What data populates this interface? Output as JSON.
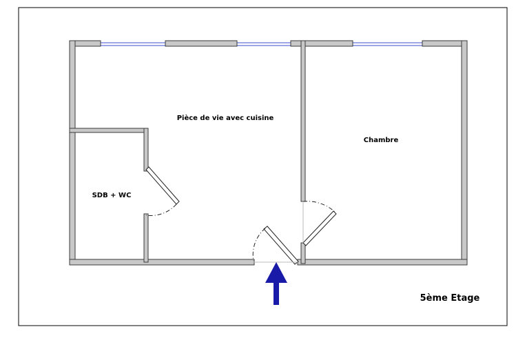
{
  "rooms": {
    "living": "Pièce de vie avec cuisine",
    "bedroom": "Chambre",
    "bathroom": "SDB + WC"
  },
  "floor_label": "5ème Etage",
  "entrance_arrow": {
    "icon": "up-arrow-icon",
    "color": "#1a1aa8"
  },
  "colors": {
    "wall_fill": "#c8c8c8",
    "wall_stroke": "#3a3a3a",
    "window_line": "#3a4bd0",
    "frame": "#000000"
  }
}
